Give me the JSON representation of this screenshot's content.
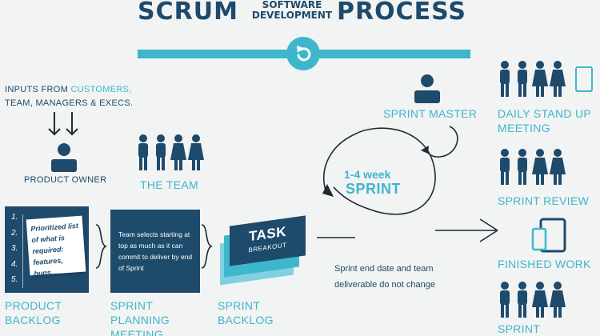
{
  "header": {
    "title_left": "SCRUM",
    "title_mid_line1": "SOFTWARE",
    "title_mid_line2": "DEVELOPMENT",
    "title_right": "PROCESS"
  },
  "inputs": {
    "line1_prefix": "INPUTS FROM",
    "line1_suffix": "CUSTOMERS,",
    "line2": "TEAM, MANAGERS & EXECS."
  },
  "product_owner": {
    "label": "PRODUCT OWNER"
  },
  "the_team": {
    "label": "THE TEAM"
  },
  "sprint_master": {
    "label": "SPRINT MASTER"
  },
  "sprint": {
    "duration": "1-4 week",
    "word": "SPRINT"
  },
  "product_backlog": {
    "numbers": [
      "1.",
      "2.",
      "3.",
      "4.",
      "5."
    ],
    "note": "Prioritized list of what is required: features, bugs...",
    "label_line1": "PRODUCT",
    "label_line2": "BACKLOG"
  },
  "planning": {
    "card_text": "Team selects starting at top as much as it can commit to deliver by end of Sprint",
    "label_line1": "SPRINT",
    "label_line2": "PLANNING",
    "label_line3": "MEETING"
  },
  "sprint_backlog": {
    "task_title": "TASK",
    "task_sub": "BREAKOUT",
    "label_line1": "SPRINT",
    "label_line2": "BACKLOG"
  },
  "note": {
    "line1": "Sprint end date and team",
    "line2": "deliverable do not change"
  },
  "right_column": {
    "daily_line1": "DAILY STAND UP",
    "daily_line2": "MEETING",
    "review": "SPRINT REVIEW",
    "finished": "FINISHED WORK",
    "retro": "SPRINT"
  },
  "colors": {
    "navy": "#1e4a6b",
    "teal": "#3eb6cc",
    "background": "#f2f3f3"
  },
  "icons": [
    "cycle-icon",
    "person-icon",
    "team-icon",
    "down-arrow-icon",
    "tablet-icon",
    "phone-icon",
    "curved-arrow-icon",
    "right-arrow-icon",
    "brace-icon"
  ]
}
